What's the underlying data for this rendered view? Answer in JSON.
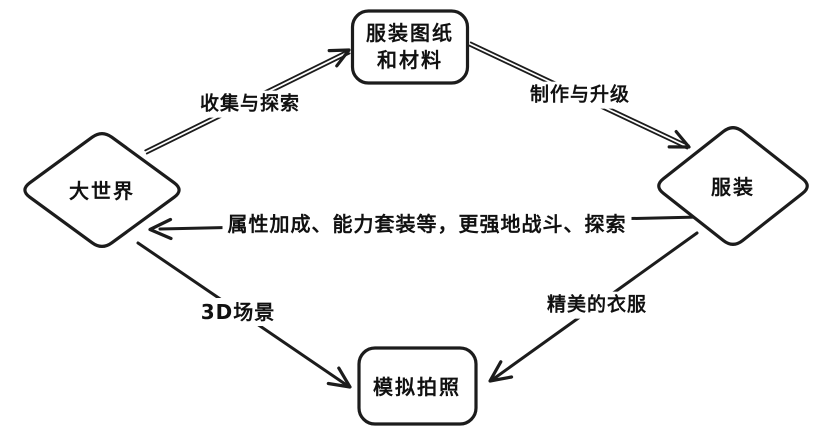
{
  "diagram": {
    "type": "flowchart",
    "style": "hand-drawn",
    "background_color": "#ffffff",
    "stroke_color": "#1c1c1c",
    "text_color": "#111111",
    "nodes": {
      "big_world": {
        "shape": "diamond",
        "label": "大世界"
      },
      "blueprints": {
        "shape": "rounded-rectangle",
        "label": "服装图纸和材料",
        "label_line1": "服装图纸",
        "label_line2": "和材料"
      },
      "clothing": {
        "shape": "diamond",
        "label": "服装"
      },
      "photo_mode": {
        "shape": "rounded-rectangle",
        "label": "模拟拍照"
      }
    },
    "edges": {
      "collect": {
        "from": "big_world",
        "to": "blueprints",
        "label": "收集与探索",
        "line_style": "double"
      },
      "craft": {
        "from": "blueprints",
        "to": "clothing",
        "label": "制作与升级",
        "line_style": "double"
      },
      "buff": {
        "from": "clothing",
        "to": "big_world",
        "label": "属性加成、能力套装等，更强地战斗、探索",
        "line_style": "single"
      },
      "scene_3d": {
        "from": "big_world",
        "to": "photo_mode",
        "label": "3D场景",
        "line_style": "single"
      },
      "fine_clothes": {
        "from": "clothing",
        "to": "photo_mode",
        "label": "精美的衣服",
        "line_style": "single"
      }
    }
  }
}
